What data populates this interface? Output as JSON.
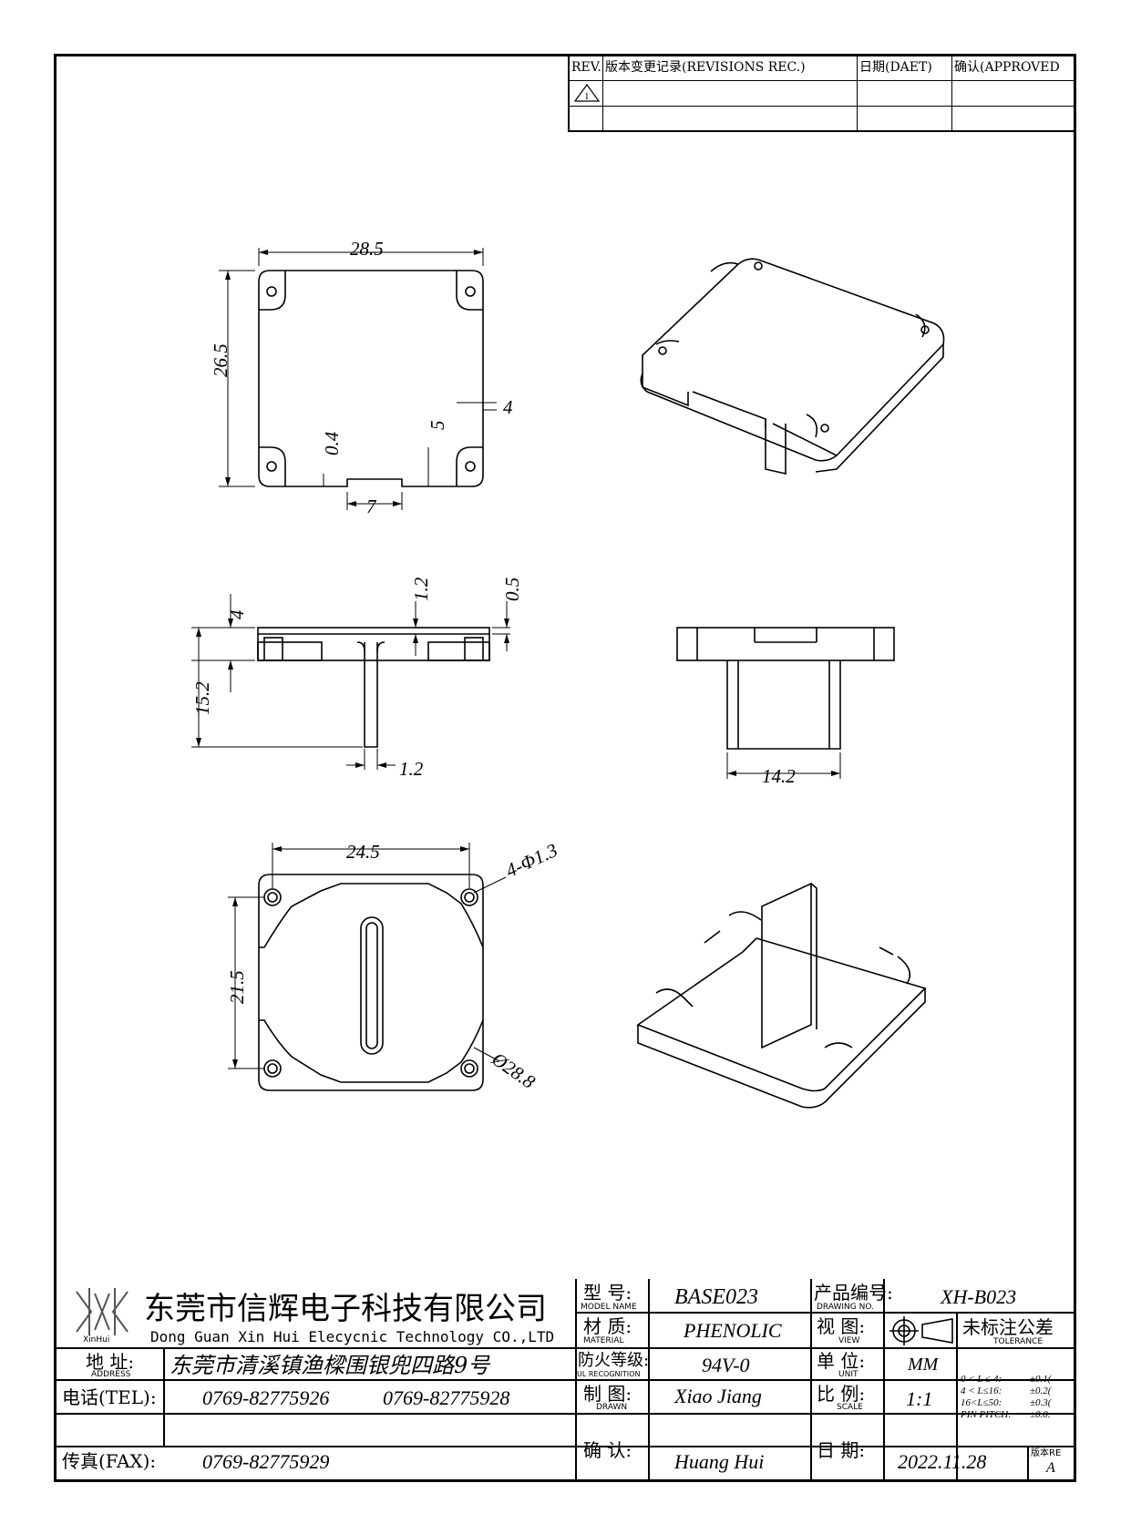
{
  "revision_table": {
    "headers": [
      "REV.",
      "版本变更记录(REVISIONS REC.)",
      "日期(DAET)",
      "确认(APPROVED"
    ],
    "rev_mark": "1"
  },
  "dimensions": {
    "top_view": {
      "width": "28.5",
      "height": "26.5",
      "notch": "4",
      "depth5": "5",
      "gap": "0.4",
      "slot": "7"
    },
    "side_view": {
      "h4": "4",
      "thick12": "1.2",
      "t05": "0.5",
      "total": "15.2",
      "pin": "1.2"
    },
    "front_view": {
      "width": "14.2"
    },
    "bottom_view": {
      "width": "24.5",
      "holes": "4-Φ1.3",
      "height": "21.5",
      "diag": "Ø28.8"
    }
  },
  "title_block": {
    "company_cn": "东莞市信辉电子科技有限公司",
    "company_en": "Dong Guan Xin Hui Elecycnic Technology CO.,LTD",
    "logo_text": "XinHui",
    "address_label": "地  址:",
    "address_sub": "ADDRESS",
    "address": "东莞市清溪镇渔樑围银兜四路9号",
    "tel_label": "电话(TEL):",
    "tel1": "0769-82775926",
    "tel2": "0769-82775928",
    "fax_label": "传真(FAX):",
    "fax": "0769-82775929",
    "model_label": "型  号:",
    "model_sub": "MODEL NAME",
    "model": "BASE023",
    "material_label": "材  质:",
    "material_sub": "MATERIAL",
    "material": "PHENOLIC",
    "ul_label": "防火等级:",
    "ul_sub": "UL RECOGNITION",
    "ul": "94V-0",
    "drawn_label": "制  图:",
    "drawn_sub": "DRAWN",
    "drawn": "Xiao Jiang",
    "check_label": "确  认:",
    "check": "Huang Hui",
    "drawing_no_label": "产品编号:",
    "drawing_no_sub": "DRAWING NO.",
    "drawing_no": "XH-B023",
    "view_label": "视  图:",
    "view_sub": "VIEW",
    "unit_label": "单  位:",
    "unit_sub": "UNIT",
    "unit": "MM",
    "scale_label": "比  例:",
    "scale_sub": "SCALE",
    "scale": "1:1",
    "date_label": "日  期:",
    "date": "2022.11.28",
    "tolerance_title": "未标注公差",
    "tolerance_sub": "TOLERANCE",
    "tol": [
      {
        "range": "0 < L ≤ 4:",
        "val": "±0.1("
      },
      {
        "range": "4 < L≤16:",
        "val": "±0.2("
      },
      {
        "range": "16<L≤50:",
        "val": "±0.3("
      },
      {
        "range": "PIN PITCH:",
        "val": "±0.0."
      }
    ],
    "version_label": "版本RE",
    "version": "A"
  }
}
